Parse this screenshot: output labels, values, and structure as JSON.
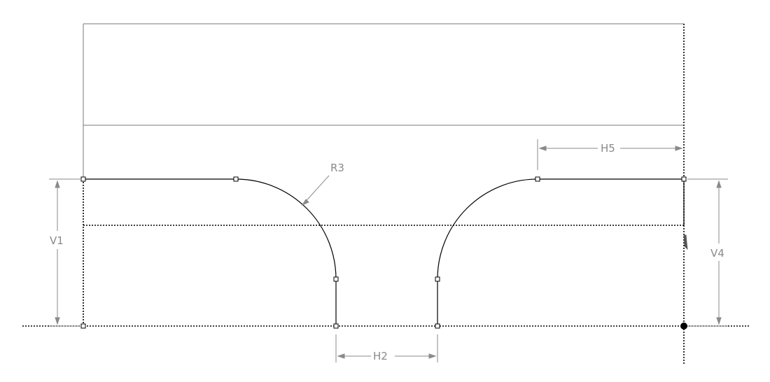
{
  "sketch": {
    "dimensions": [
      {
        "id": "v1",
        "label": "V1"
      },
      {
        "id": "r3",
        "label": "R3"
      },
      {
        "id": "h2",
        "label": "H2"
      },
      {
        "id": "h5",
        "label": "H5"
      },
      {
        "id": "v4",
        "label": "V4"
      }
    ]
  },
  "colors": {
    "background": "#ffffff",
    "geometry": "#000000",
    "dimension": "#8a8a8a",
    "reference": "#7a7a7a"
  }
}
